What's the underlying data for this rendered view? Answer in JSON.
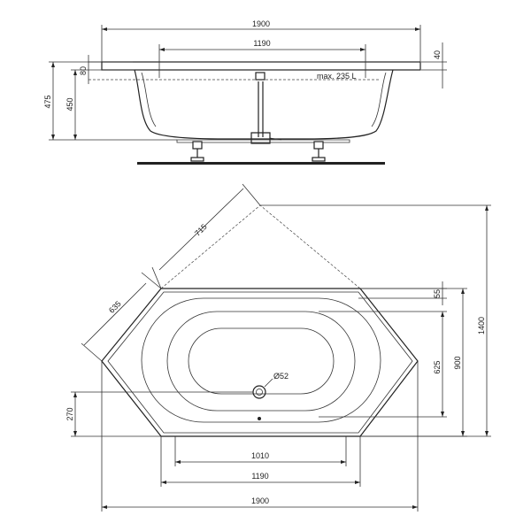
{
  "side_view": {
    "overall_width": "1900",
    "inner_width": "1190",
    "rim_thickness": "40",
    "rim_offset": "80",
    "total_height": "475",
    "tub_depth": "450",
    "capacity": "max. 235 L"
  },
  "top_view": {
    "corner_diagonal": "715",
    "side_length": "635",
    "drain_diameter": "Ø52",
    "rim_to_bowl": "55",
    "bowl_depth": "625",
    "inner_depth": "900",
    "overall_depth": "1400",
    "drain_offset": "270",
    "bowl_width": "1010",
    "inner_width": "1190",
    "overall_width": "1900"
  }
}
